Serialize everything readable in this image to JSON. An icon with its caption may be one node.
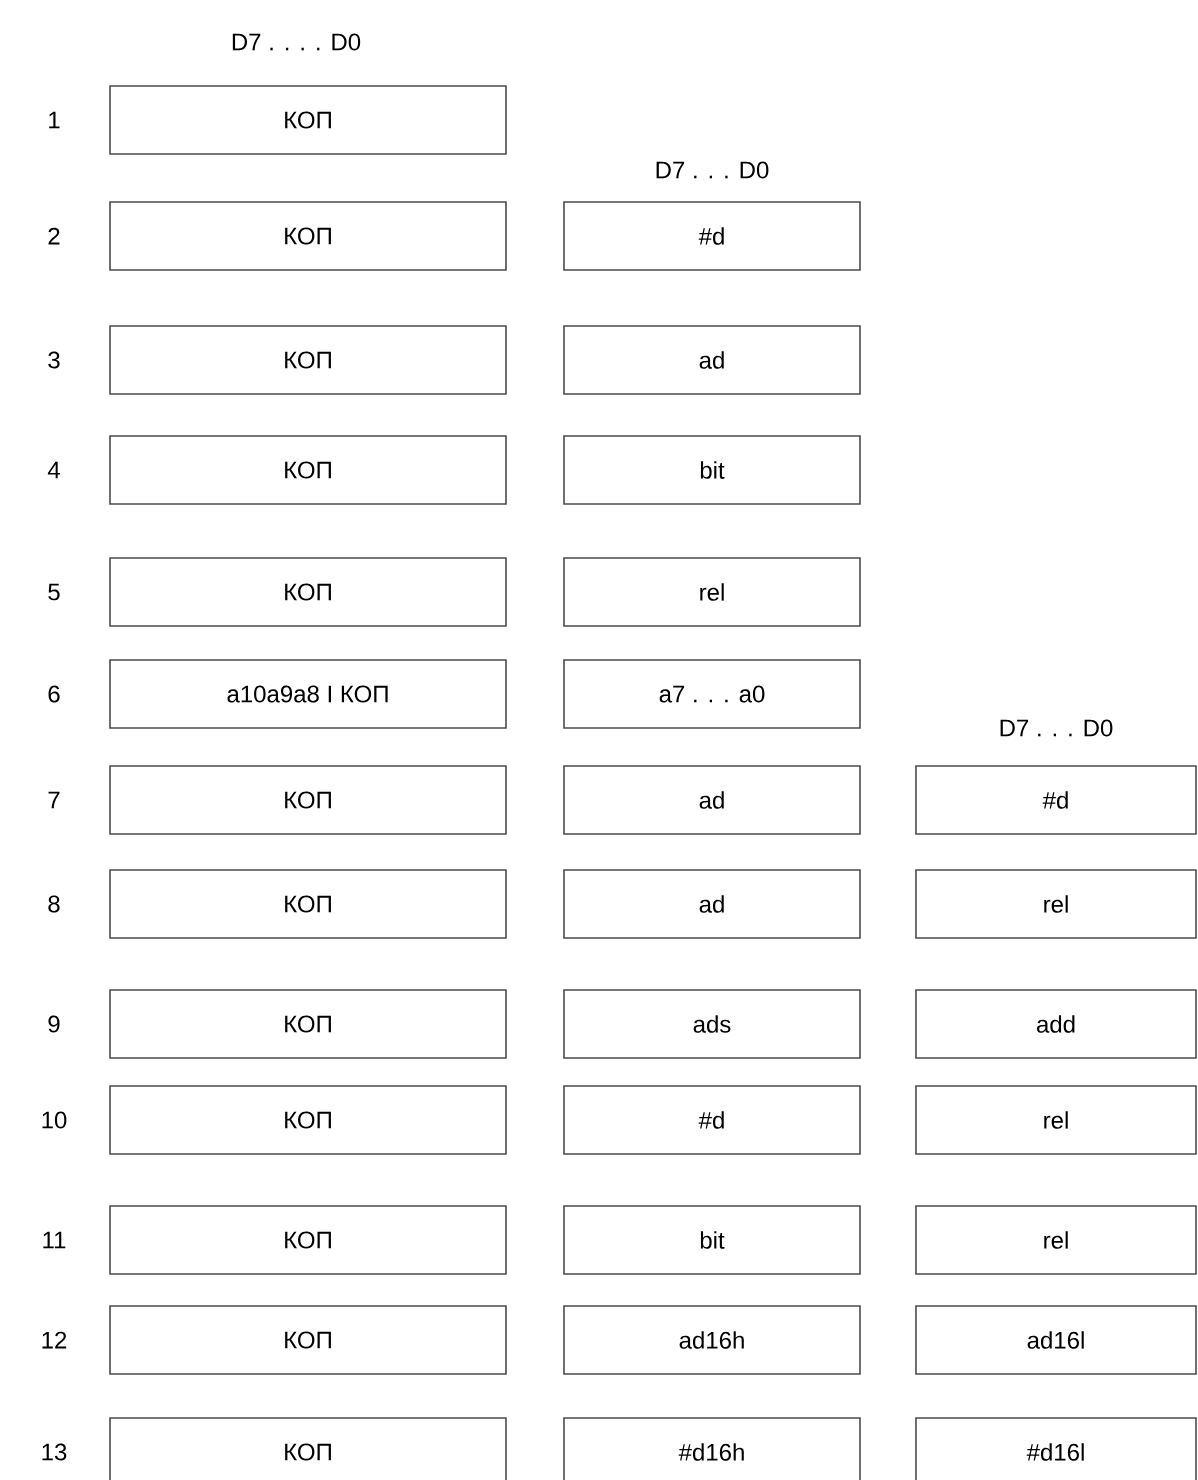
{
  "diagram": {
    "nodes": [
      {
        "text": [
          "КОП"
        ]
      },
      {
        "text": [
          "КОП"
        ]
      },
      {
        "text": [
          "#d"
        ]
      },
      {
        "text": [
          "КОП"
        ]
      },
      {
        "text": [
          "ad"
        ]
      },
      {
        "text": [
          "КОП"
        ]
      },
      {
        "text": [
          "bit"
        ]
      },
      {
        "text": [
          "КОП"
        ]
      },
      {
        "text": [
          "rel"
        ]
      },
      {
        "text": [
          "a10a9a8 I КОП"
        ]
      },
      {
        "text": [
          "a7 . . . a0"
        ]
      },
      {
        "text": [
          "КОП"
        ]
      },
      {
        "text": [
          "ad"
        ]
      },
      {
        "text": [
          "#d"
        ]
      },
      {
        "text": [
          "КОП"
        ]
      },
      {
        "text": [
          "ad"
        ]
      },
      {
        "text": [
          "rel"
        ]
      },
      {
        "text": [
          "КОП"
        ]
      },
      {
        "text": [
          "ads"
        ]
      },
      {
        "text": [
          "add"
        ]
      },
      {
        "text": [
          "КОП"
        ]
      },
      {
        "text": [
          "#d"
        ]
      },
      {
        "text": [
          "rel"
        ]
      },
      {
        "text": [
          "КОП"
        ]
      },
      {
        "text": [
          "bit"
        ]
      },
      {
        "text": [
          "rel"
        ]
      },
      {
        "text": [
          "КОП"
        ]
      },
      {
        "text": [
          "ad16h"
        ]
      },
      {
        "text": [
          "ad16l"
        ]
      },
      {
        "text": [
          "КОП"
        ]
      },
      {
        "text": [
          "#d16h"
        ]
      },
      {
        "text": [
          "#d16l"
        ]
      }
    ],
    "labels": [
      "D7 . . . . D0",
      "1",
      "D7 . . . D0",
      "2",
      "3",
      "4",
      "5",
      "6",
      "D7 . . . D0",
      "7",
      "8",
      "9",
      "10",
      "11",
      "12",
      "13"
    ]
  }
}
